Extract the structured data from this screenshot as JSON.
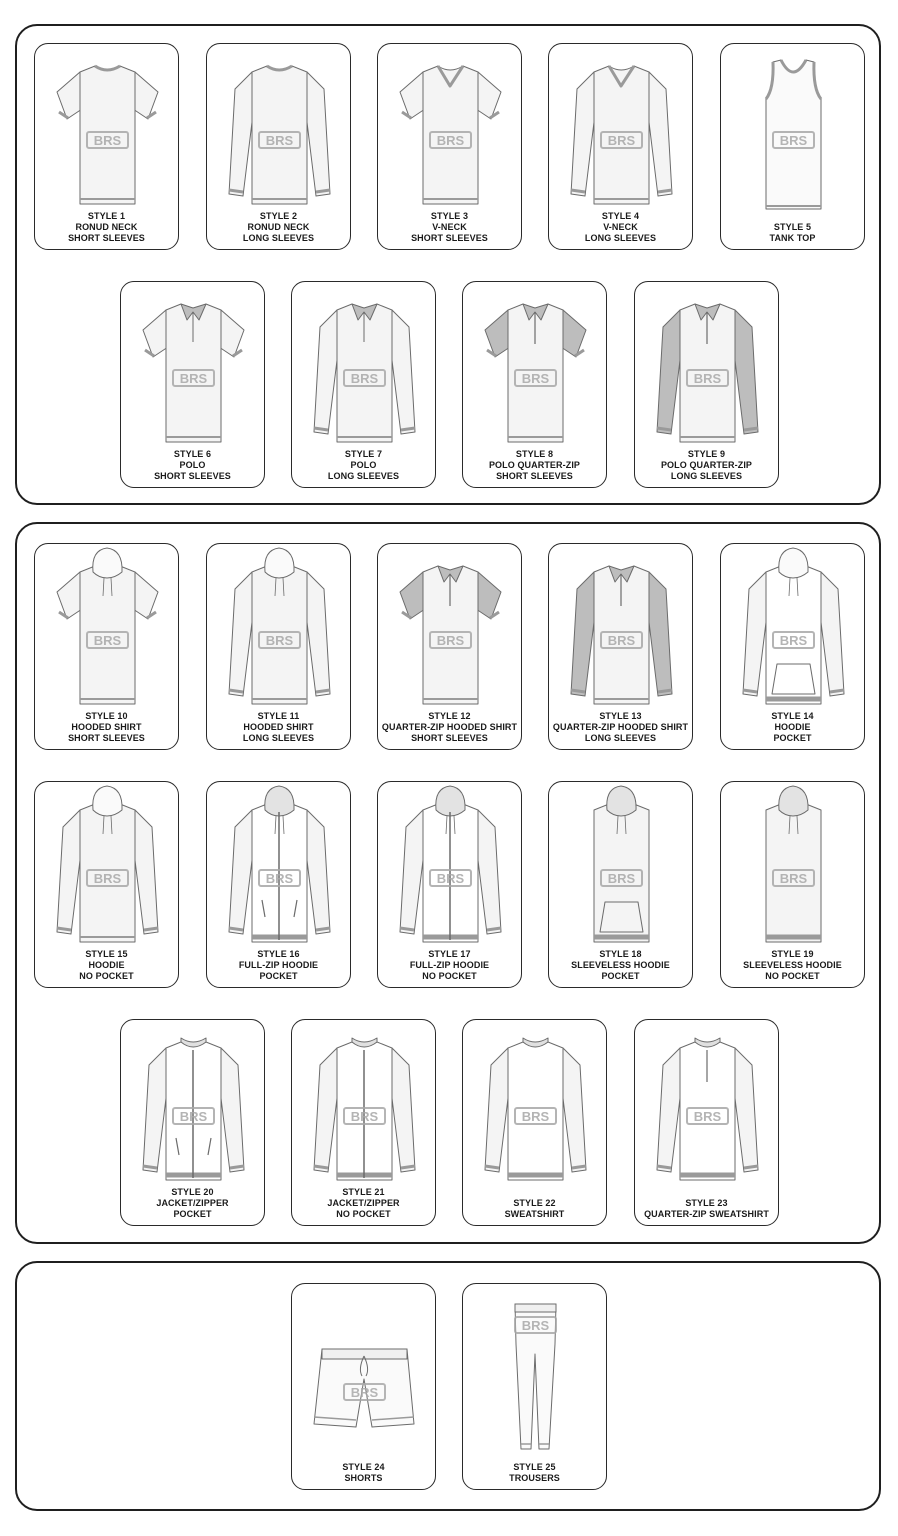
{
  "watermark": {
    "text": "BRS",
    "color": "#a8a8a8"
  },
  "colors": {
    "outline": "#6b6b6b",
    "trim": "#9a9a9a",
    "fill": "#f4f4f4",
    "panel_border": "#1f1f1f"
  },
  "sections": [
    {
      "name": "tops",
      "styles": [
        {
          "number": "STYLE 1",
          "lines": [
            "RONUD NECK",
            "SHORT SLEEVES"
          ],
          "kind": "tee-short"
        },
        {
          "number": "STYLE 2",
          "lines": [
            "RONUD NECK",
            "LONG SLEEVES"
          ],
          "kind": "tee-long"
        },
        {
          "number": "STYLE 3",
          "lines": [
            "V-NECK",
            "SHORT SLEEVES"
          ],
          "kind": "vneck-short"
        },
        {
          "number": "STYLE 4",
          "lines": [
            "V-NECK",
            "LONG SLEEVES"
          ],
          "kind": "vneck-long"
        },
        {
          "number": "STYLE 5",
          "lines": [
            "TANK TOP"
          ],
          "kind": "tank"
        },
        {
          "number": "STYLE 6",
          "lines": [
            "POLO",
            "SHORT SLEEVES"
          ],
          "kind": "polo-short"
        },
        {
          "number": "STYLE 7",
          "lines": [
            "POLO",
            "LONG SLEEVES"
          ],
          "kind": "polo-long"
        },
        {
          "number": "STYLE 8",
          "lines": [
            "POLO QUARTER-ZIP",
            "SHORT SLEEVES"
          ],
          "kind": "qzip-short"
        },
        {
          "number": "STYLE 9",
          "lines": [
            "POLO QUARTER-ZIP",
            "LONG SLEEVES"
          ],
          "kind": "qzip-long"
        }
      ]
    },
    {
      "name": "hoodies-jackets",
      "styles": [
        {
          "number": "STYLE 10",
          "lines": [
            "HOODED SHIRT",
            "SHORT SLEEVES"
          ],
          "kind": "hood-short"
        },
        {
          "number": "STYLE 11",
          "lines": [
            "HOODED SHIRT",
            "LONG SLEEVES"
          ],
          "kind": "hood-long"
        },
        {
          "number": "STYLE 12",
          "lines": [
            "QUARTER-ZIP HOODED SHIRT",
            "SHORT SLEEVES"
          ],
          "kind": "hood-qzip-short"
        },
        {
          "number": "STYLE 13",
          "lines": [
            "QUARTER-ZIP HOODED SHIRT",
            "LONG SLEEVES"
          ],
          "kind": "hood-qzip-long"
        },
        {
          "number": "STYLE 14",
          "lines": [
            "HOODIE",
            "POCKET"
          ],
          "kind": "hoodie-pocket"
        },
        {
          "number": "STYLE 15",
          "lines": [
            "HOODIE",
            "NO POCKET"
          ],
          "kind": "hoodie"
        },
        {
          "number": "STYLE 16",
          "lines": [
            "FULL-ZIP HOODIE",
            "POCKET"
          ],
          "kind": "fullzip-pocket"
        },
        {
          "number": "STYLE 17",
          "lines": [
            "FULL-ZIP HOODIE",
            "NO POCKET"
          ],
          "kind": "fullzip"
        },
        {
          "number": "STYLE 18",
          "lines": [
            "SLEEVELESS HOODIE",
            "POCKET"
          ],
          "kind": "sleeveless-pocket"
        },
        {
          "number": "STYLE 19",
          "lines": [
            "SLEEVELESS HOODIE",
            "NO POCKET"
          ],
          "kind": "sleeveless"
        },
        {
          "number": "STYLE 20",
          "lines": [
            "JACKET/ZIPPER",
            "POCKET"
          ],
          "kind": "jacket-pocket"
        },
        {
          "number": "STYLE 21",
          "lines": [
            "JACKET/ZIPPER",
            "NO POCKET"
          ],
          "kind": "jacket"
        },
        {
          "number": "STYLE 22",
          "lines": [
            "SWEATSHIRT"
          ],
          "kind": "sweatshirt"
        },
        {
          "number": "STYLE 23",
          "lines": [
            "QUARTER-ZIP SWEATSHIRT"
          ],
          "kind": "qzip-sweatshirt"
        }
      ]
    },
    {
      "name": "bottoms",
      "styles": [
        {
          "number": "STYLE 24",
          "lines": [
            "SHORTS"
          ],
          "kind": "shorts"
        },
        {
          "number": "STYLE 25",
          "lines": [
            "TROUSERS"
          ],
          "kind": "trousers"
        }
      ]
    }
  ]
}
